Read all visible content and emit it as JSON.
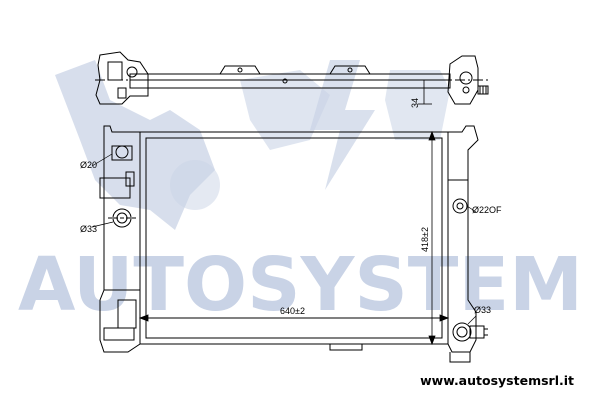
{
  "watermark": {
    "brand_text": "AUTOSYSTEM"
  },
  "dimensions": {
    "width": "640±2",
    "height": "418±2",
    "bracket_offset": "34",
    "inlet_diameter": "Ø20",
    "outlet_left_diameter": "Ø33",
    "fitting_right": "Ø22OF",
    "outlet_right_diameter": "Ø33"
  },
  "footer": {
    "website": "www.autosystemsrl.it"
  },
  "colors": {
    "line": "#000000",
    "watermark": "#c9d3e6",
    "background": "#ffffff"
  }
}
